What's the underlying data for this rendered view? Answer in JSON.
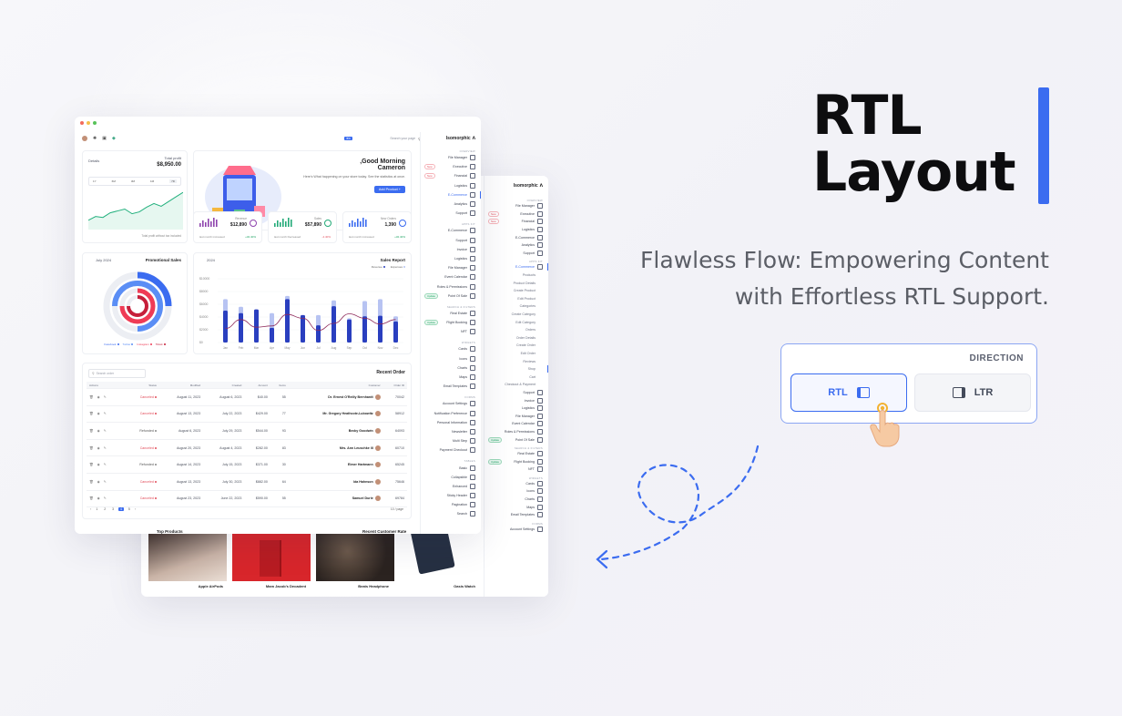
{
  "hero": {
    "title_line1": "RTL",
    "title_line2": "Layout",
    "subtitle_line1": "Flawless Flow: Empowering Content",
    "subtitle_line2": "with Effortless RTL Support.",
    "accent_color": "#3b6cf0"
  },
  "direction": {
    "label": "DIRECTION",
    "rtl": "RTL",
    "ltr": "LTR",
    "selected": "RTL"
  },
  "dashboard": {
    "brand": "Isomorphic",
    "search_placeholder": "Search your page",
    "search_kbd": "⌘K",
    "greeting": ",Good Morning",
    "user": "Cameron",
    "greeting_sub": "Here's What happening on your store today. See the statistics at once.",
    "add_product": "Add Product",
    "balance_label": "Details",
    "balance_title": "Total profit",
    "balance_value": "$8,950.00",
    "balance_ranges": [
      "1Y",
      "6M",
      "3M",
      "1M",
      "7D"
    ],
    "balance_footer": "Total profit without tax included",
    "stats": [
      {
        "label": "Revenue",
        "value": "$12,890",
        "note": "last month increased",
        "delta": "+32.40%",
        "color": "#8e44ad"
      },
      {
        "label": "Sales",
        "value": "$57,890",
        "note": "last month Decreased",
        "delta": "-4.40%",
        "color": "#22aa77"
      },
      {
        "label": "New Orders",
        "value": "1,390",
        "note": "last month increased",
        "delta": "+32.40%",
        "color": "#3b6cf0"
      }
    ],
    "promo": {
      "title": "Promotional Sales",
      "date": "July 2024",
      "legend": [
        "Facebook",
        "Twitter",
        "Instagram",
        "Tiktok"
      ]
    },
    "sales_report": {
      "title": "Sales Report",
      "year": "2024",
      "legend": [
        "Revenue",
        "Expenses"
      ]
    },
    "recent_order": {
      "title": "Recent Order",
      "search": "Search order",
      "columns": [
        "Actions",
        "Status",
        "Modified",
        "Created",
        "Amount",
        "Items",
        "Customer",
        "Order ID"
      ],
      "rows": [
        {
          "status": "Canceled",
          "modified": "August 11, 2023",
          "created": "August 6, 2023",
          "amount": "$40.00",
          "items": "55",
          "customer": "Dr. Ernest O'Reilly Bernhardt",
          "id": "70042"
        },
        {
          "status": "Canceled",
          "modified": "August 13, 2023",
          "created": "July 22, 2023",
          "amount": "$429.00",
          "items": "77",
          "customer": "Mr. Gregory Heathcote-Lubowitz",
          "id": "58912"
        },
        {
          "status": "Refunded",
          "modified": "August 6, 2023",
          "created": "July 29, 2023",
          "amount": "$544.00",
          "items": "93",
          "customer": "Becky Goodwin",
          "id": "64093"
        },
        {
          "status": "Canceled",
          "modified": "August 20, 2023",
          "created": "August 4, 2023",
          "amount": "$282.00",
          "items": "83",
          "customer": "Mrs. Ann Leuschke III",
          "id": "60710"
        },
        {
          "status": "Refunded",
          "modified": "August 14, 2023",
          "created": "July 15, 2023",
          "amount": "$371.00",
          "items": "30",
          "customer": "Elmer Hartmann",
          "id": "65245"
        },
        {
          "status": "Canceled",
          "modified": "August 13, 2023",
          "created": "July 30, 2023",
          "amount": "$882.00",
          "items": "64",
          "customer": "Ida Hahnson",
          "id": "75646"
        },
        {
          "status": "Canceled",
          "modified": "August 23, 2023",
          "created": "June 22, 2023",
          "amount": "$590.00",
          "items": "55",
          "customer": "Samuel Durie",
          "id": "69784"
        }
      ],
      "pages": [
        "1",
        "2",
        "3",
        "4",
        "5"
      ],
      "per_page": "10 / page"
    },
    "sidebar": [
      {
        "type": "section",
        "label": "OVERVIEW"
      },
      {
        "label": "File Manager"
      },
      {
        "label": "Executive",
        "badge": "New"
      },
      {
        "label": "Financial",
        "badge": "New"
      },
      {
        "label": "Logistics"
      },
      {
        "label": "E-Commerce",
        "active": true
      },
      {
        "label": "Analytics"
      },
      {
        "label": "Support"
      },
      {
        "type": "section",
        "label": "APPS KIT"
      },
      {
        "label": "E-Commerce"
      },
      {
        "label": "Support"
      },
      {
        "label": "Invoice"
      },
      {
        "label": "Logistics"
      },
      {
        "label": "File Manager"
      },
      {
        "label": "Event Calendar"
      },
      {
        "label": "Roles & Permissions"
      },
      {
        "label": "Point Of Sale",
        "badge": "Update"
      },
      {
        "type": "section",
        "label": "SEARCH & FILTERS"
      },
      {
        "label": "Real Estate"
      },
      {
        "label": "Flight Booking",
        "badge": "Update"
      },
      {
        "label": "NFT"
      },
      {
        "type": "section",
        "label": "WIDGETS"
      },
      {
        "label": "Cards"
      },
      {
        "label": "Icons"
      },
      {
        "label": "Charts"
      },
      {
        "label": "Maps"
      },
      {
        "label": "Email Templates"
      },
      {
        "type": "section",
        "label": "FORMS"
      },
      {
        "label": "Account Settings"
      },
      {
        "label": "Notification Preference"
      },
      {
        "label": "Personal Information"
      },
      {
        "label": "Newsletter"
      },
      {
        "label": "Multi Step"
      },
      {
        "label": "Payment Checkout"
      },
      {
        "type": "section",
        "label": "TABLES"
      },
      {
        "label": "Basic"
      },
      {
        "label": "Collapsible"
      },
      {
        "label": "Enhanced"
      },
      {
        "label": "Sticky Header"
      },
      {
        "label": "Pagination"
      },
      {
        "label": "Search"
      }
    ],
    "sidebar2": [
      {
        "type": "section",
        "label": "OVERVIEW"
      },
      {
        "label": "File Manager"
      },
      {
        "label": "Executive",
        "badge": "New"
      },
      {
        "label": "Financial",
        "badge": "New"
      },
      {
        "label": "Logistics"
      },
      {
        "label": "E-Commerce"
      },
      {
        "label": "Analytics"
      },
      {
        "label": "Support"
      },
      {
        "type": "section",
        "label": "APPS KIT"
      },
      {
        "label": "E-Commerce",
        "active": true
      },
      {
        "label": "Products",
        "sub": true
      },
      {
        "label": "Product Details",
        "sub": true
      },
      {
        "label": "Create Product",
        "sub": true
      },
      {
        "label": "Edit Product",
        "sub": true
      },
      {
        "label": "Categories",
        "sub": true
      },
      {
        "label": "Create Category",
        "sub": true
      },
      {
        "label": "Edit Category",
        "sub": true
      },
      {
        "label": "Orders",
        "sub": true
      },
      {
        "label": "Order Details",
        "sub": true
      },
      {
        "label": "Create Order",
        "sub": true
      },
      {
        "label": "Edit Order",
        "sub": true
      },
      {
        "label": "Reviews",
        "sub": true
      },
      {
        "label": "Shop",
        "sub": true,
        "active": true
      },
      {
        "label": "Cart",
        "sub": true
      },
      {
        "label": "Checkout & Payment",
        "sub": true
      },
      {
        "label": "Support"
      },
      {
        "label": "Invoice"
      },
      {
        "label": "Logistics"
      },
      {
        "label": "File Manager"
      },
      {
        "label": "Event Calendar"
      },
      {
        "label": "Roles & Permissions"
      },
      {
        "label": "Point Of Sale",
        "badge": "Update"
      },
      {
        "type": "section",
        "label": "SEARCH & FILTERS"
      },
      {
        "label": "Real Estate"
      },
      {
        "label": "Flight Booking",
        "badge": "Update"
      },
      {
        "label": "NFT"
      },
      {
        "type": "section",
        "label": "WIDGETS"
      },
      {
        "label": "Cards"
      },
      {
        "label": "Icons"
      },
      {
        "label": "Charts"
      },
      {
        "label": "Maps"
      },
      {
        "label": "Email Templates"
      },
      {
        "type": "section",
        "label": "FORMS"
      },
      {
        "label": "Account Settings"
      }
    ],
    "top_products": "Top Products",
    "recent_views": "Recent Customer Rate",
    "products": [
      "Apple AirPods",
      "Mam Jacob's Decadent",
      "Beats Headphone",
      "Oasis Watch"
    ]
  },
  "chart_data": [
    {
      "type": "line",
      "title": "Total profit",
      "x": [
        1,
        2,
        3,
        4,
        5,
        6,
        7,
        8,
        9,
        10,
        11,
        12,
        13,
        14
      ],
      "y": [
        30,
        34,
        33,
        38,
        40,
        42,
        37,
        39,
        44,
        48,
        45,
        50,
        55,
        60
      ]
    },
    {
      "type": "bar",
      "title": "Sales Report",
      "categories": [
        "Jan",
        "Feb",
        "Mar",
        "Apr",
        "May",
        "Jun",
        "Jul",
        "Aug",
        "Sep",
        "Oct",
        "Nov",
        "Dec"
      ],
      "ylim": [
        0,
        10000
      ],
      "ytick_labels": [
        "$0",
        "$2000",
        "$4000",
        "$6000",
        "$8000",
        "$10000"
      ],
      "series": [
        {
          "name": "Revenue",
          "values": [
            5000,
            4600,
            5200,
            2300,
            6800,
            4300,
            2700,
            5700,
            3600,
            4100,
            4200,
            3300
          ]
        },
        {
          "name": "Expenses",
          "values": [
            6800,
            5600,
            4800,
            4600,
            7300,
            4200,
            4300,
            6600,
            3800,
            6500,
            6800,
            4100
          ]
        }
      ],
      "line": [
        2200,
        3600,
        2400,
        2600,
        4400,
        3800,
        1900,
        3000,
        4500,
        3800,
        2900,
        3600
      ]
    }
  ]
}
